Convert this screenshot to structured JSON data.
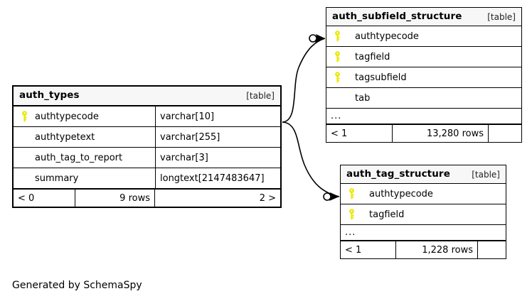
{
  "diagram": {
    "kind_label": "[table]",
    "ellipsis": "...",
    "key_icon": "primary-key-icon",
    "key_color": "#e8e800",
    "footnote": "Generated by SchemaSpy"
  },
  "tables": {
    "auth_types": {
      "name": "auth_types",
      "kind": "[table]",
      "columns": [
        {
          "key": true,
          "name": "authtypecode",
          "type": "varchar[10]"
        },
        {
          "key": false,
          "name": "authtypetext",
          "type": "varchar[255]"
        },
        {
          "key": false,
          "name": "auth_tag_to_report",
          "type": "varchar[3]"
        },
        {
          "key": false,
          "name": "summary",
          "type": "longtext[2147483647]"
        }
      ],
      "footer": {
        "parents": "< 0",
        "rows": "9 rows",
        "children": "2 >"
      }
    },
    "auth_subfield_structure": {
      "name": "auth_subfield_structure",
      "kind": "[table]",
      "columns": [
        {
          "key": true,
          "name": "authtypecode"
        },
        {
          "key": true,
          "name": "tagfield"
        },
        {
          "key": true,
          "name": "tagsubfield"
        },
        {
          "key": false,
          "name": "tab"
        }
      ],
      "more": "...",
      "footer": {
        "parents": "< 1",
        "rows": "13,280 rows",
        "children": ""
      }
    },
    "auth_tag_structure": {
      "name": "auth_tag_structure",
      "kind": "[table]",
      "columns": [
        {
          "key": true,
          "name": "authtypecode"
        },
        {
          "key": true,
          "name": "tagfield"
        }
      ],
      "more": "...",
      "footer": {
        "parents": "< 1",
        "rows": "1,228 rows",
        "children": ""
      }
    }
  },
  "relationships": [
    {
      "from": "auth_types.authtypecode",
      "to": "auth_subfield_structure.authtypecode"
    },
    {
      "from": "auth_types.authtypecode",
      "to": "auth_tag_structure.authtypecode"
    }
  ]
}
